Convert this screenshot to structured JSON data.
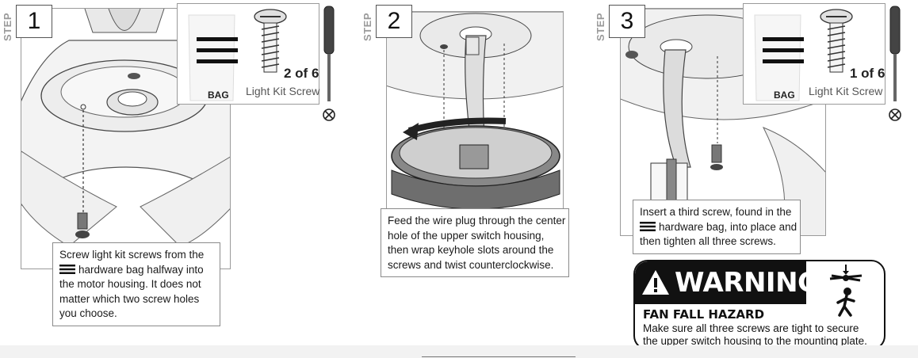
{
  "step_word": "STEP",
  "steps": [
    {
      "number": "1",
      "hardware": {
        "bag_label": "BAG",
        "count": "2 of 6",
        "name": "Light Kit Screw"
      },
      "instruction_lines": [
        "Screw light kit screws from the",
        "hardware bag halfway into",
        "the motor housing. It does not",
        "matter which two screw holes",
        "you choose."
      ]
    },
    {
      "number": "2",
      "instruction_lines": [
        "Feed the wire plug through the center",
        "hole of the upper switch housing,",
        "then wrap keyhole slots around the",
        "screws and twist counterclockwise."
      ]
    },
    {
      "number": "3",
      "hardware": {
        "bag_label": "BAG",
        "count": "1 of 6",
        "name": "Light Kit Screw"
      },
      "instruction_lines": [
        "Insert a third screw, found in the",
        "hardware bag, into place and",
        "then tighten all three screws."
      ]
    }
  ],
  "warning": {
    "title": "WARNING",
    "hazard": "FAN FALL HAZARD",
    "lines": [
      "Make sure all three screws are tight to secure",
      "the upper switch housing to the mounting plate."
    ]
  },
  "icons": [
    "step-number-badge",
    "hardware-bag-icon",
    "screw-icon",
    "screwdriver-icon",
    "phillips-head-icon",
    "warning-triangle-icon",
    "falling-fan-icon",
    "rotation-arrow-icon"
  ]
}
